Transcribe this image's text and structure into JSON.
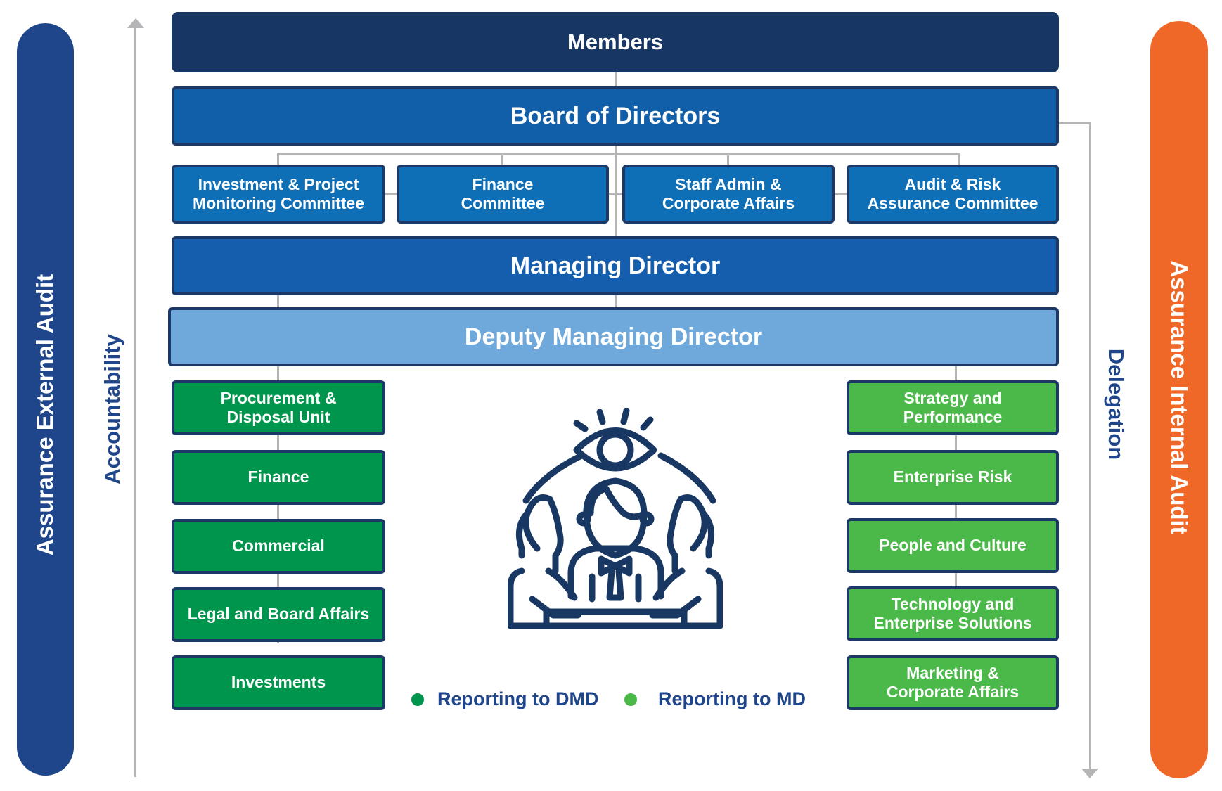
{
  "title": "Governance Structure",
  "colors": {
    "members": "#183663",
    "board": "#115fa8",
    "committee": "#0e6fb7",
    "managing_director": "#155ead",
    "deputy_managing_director": "#6fa9db",
    "reporting_to_dmd": "#00954c",
    "reporting_to_md": "#4bb84a",
    "external_audit": "#1f458b",
    "internal_audit": "#f06828",
    "connector": "#b5b5b7",
    "icon": "#183863"
  },
  "side_bars": {
    "left": "Assurance External Audit",
    "right": "Assurance Internal Audit"
  },
  "arrows": {
    "accountability": "Accountability",
    "delegation": "Delegation"
  },
  "levels": {
    "members": "Members",
    "board": "Board of Directors",
    "managing_director": "Managing Director",
    "deputy_managing_director": "Deputy Managing Director"
  },
  "committees": [
    "Investment & Project Monitoring Committee",
    "Finance Committee",
    "Staff Admin & Corporate Affairs",
    "Audit & Risk Assurance Committee"
  ],
  "committee_lines": [
    [
      "Investment & Project",
      "Monitoring Committee"
    ],
    [
      "Finance",
      "Committee"
    ],
    [
      "Staff Admin &",
      "Corporate Affairs"
    ],
    [
      "Audit & Risk",
      "Assurance Committee"
    ]
  ],
  "departments_dmd": [
    [
      "Procurement &",
      "Disposal Unit"
    ],
    [
      "Finance"
    ],
    [
      "Commercial"
    ],
    [
      "Legal and Board Affairs"
    ],
    [
      "Investments"
    ]
  ],
  "departments_md": [
    [
      "Strategy and",
      "Performance"
    ],
    [
      "Enterprise Risk"
    ],
    [
      "People and Culture"
    ],
    [
      "Technology and",
      "Enterprise Solutions"
    ],
    [
      "Marketing &",
      "Corporate Affairs"
    ]
  ],
  "legend": [
    {
      "label": "Reporting to DMD",
      "color": "#00954c"
    },
    {
      "label": "Reporting to MD",
      "color": "#4bb84a"
    }
  ],
  "center_icon": "governance-oversight-icon"
}
